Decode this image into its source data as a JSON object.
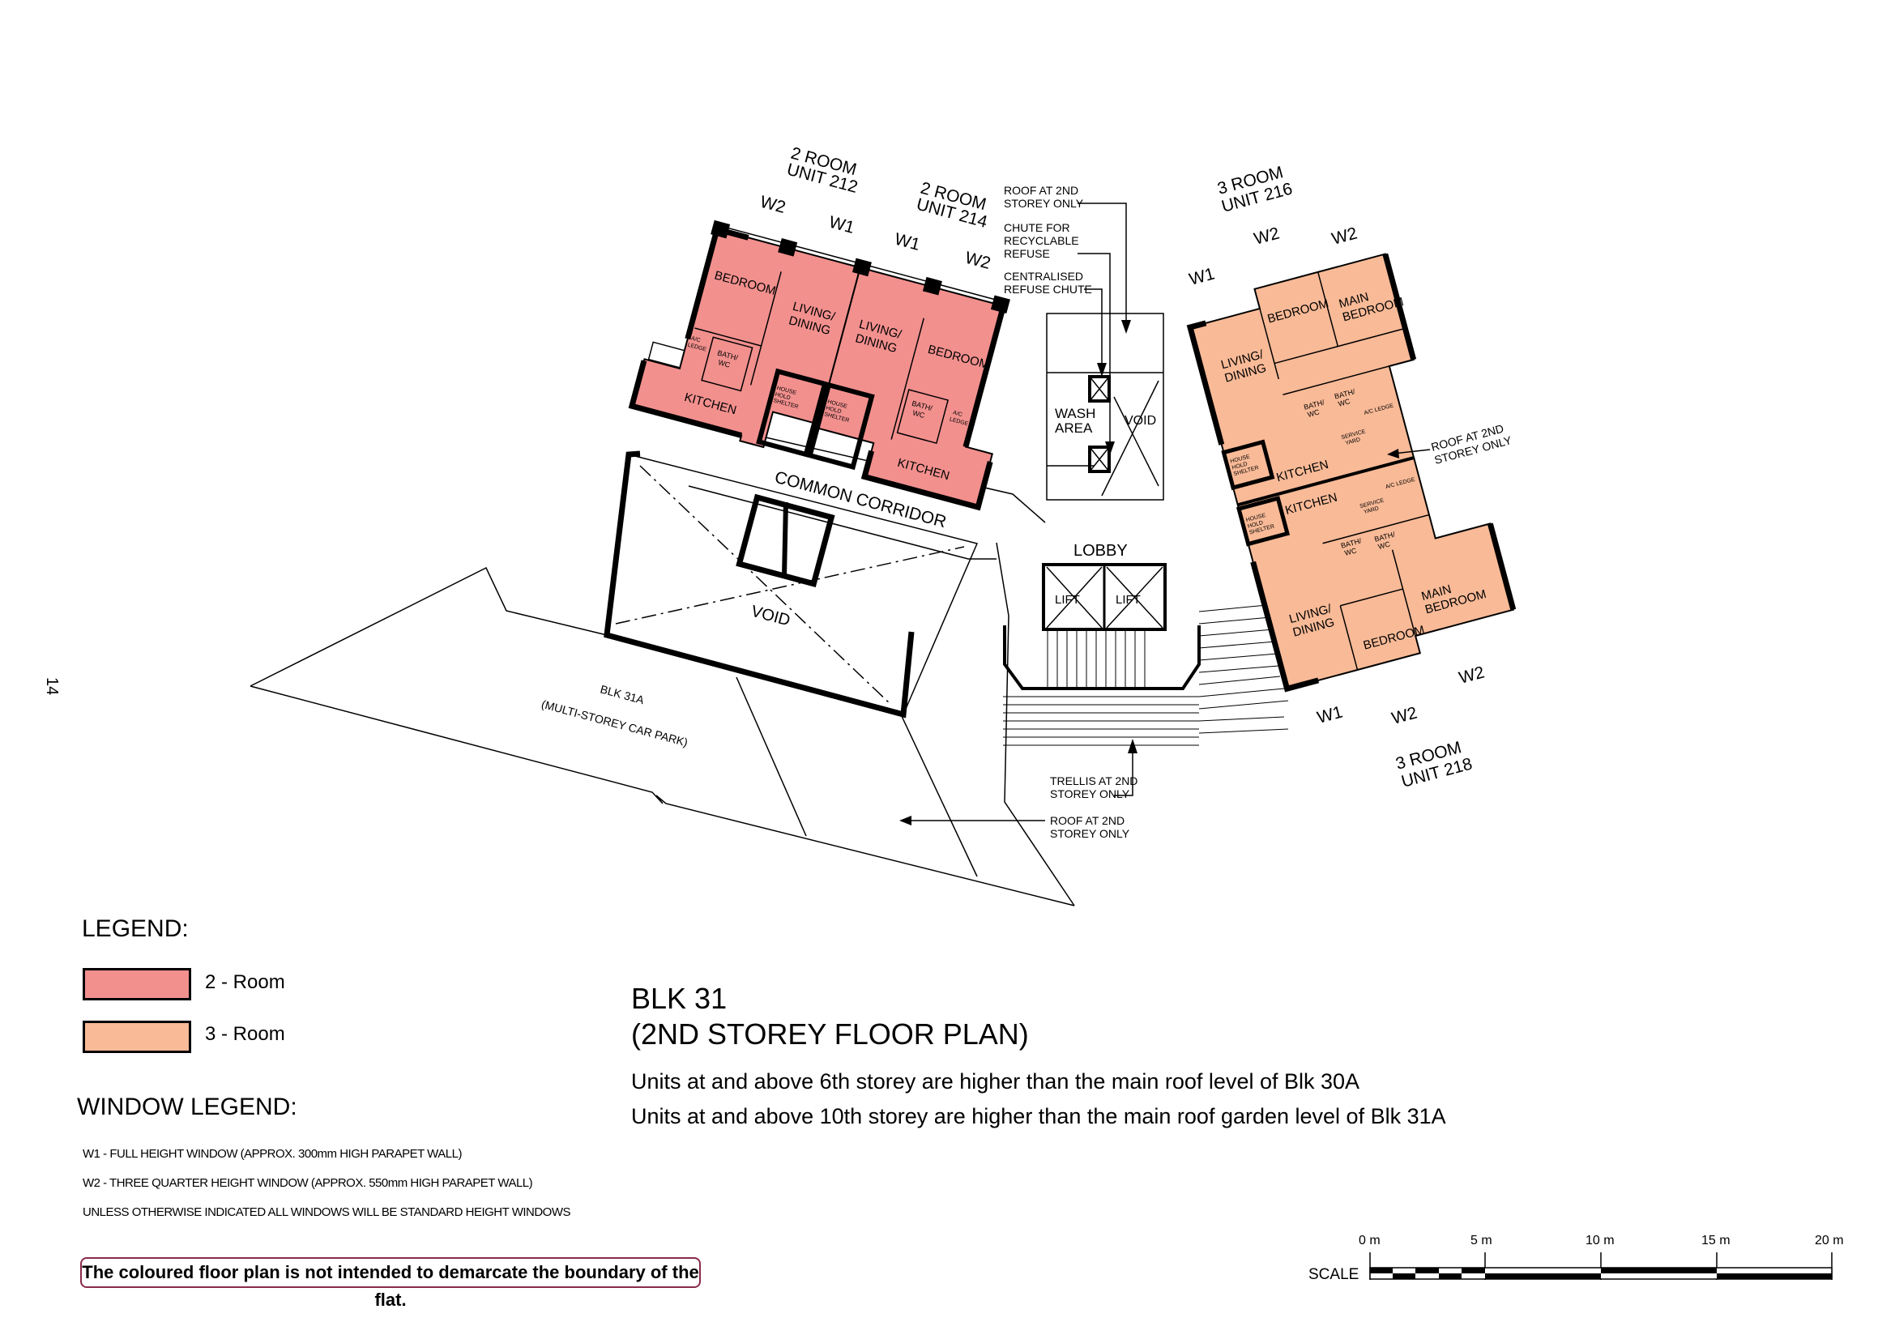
{
  "page_number": "14",
  "colors": {
    "two_room": "#F2908E",
    "three_room": "#F9BA97",
    "disclaimer_border": "#8A2A4A"
  },
  "units": {
    "u212": {
      "type": "2 ROOM",
      "unit": "UNIT 212"
    },
    "u214": {
      "type": "2 ROOM",
      "unit": "UNIT 214"
    },
    "u216": {
      "type": "3 ROOM",
      "unit": "UNIT 216"
    },
    "u218": {
      "type": "3 ROOM",
      "unit": "UNIT 218"
    }
  },
  "windows": {
    "top_left": [
      "W2",
      "W1",
      "W1",
      "W2"
    ],
    "top_right": [
      "W1",
      "W2",
      "W2"
    ],
    "bottom_right": [
      "W1",
      "W2",
      "W2"
    ]
  },
  "rooms": {
    "bedroom": "BEDROOM",
    "main": "MAIN",
    "living": "LIVING/",
    "dining": "DINING",
    "kitchen": "KITCHEN",
    "bath": "BATH/",
    "wc": "WC",
    "house": "HOUSE",
    "hold": "HOLD",
    "shelter": "SHELTER",
    "ac_ledge": "A/C LEDGE",
    "ac": "A/C",
    "ledge": "LEDGE",
    "service": "SERVICE",
    "yard": "YARD"
  },
  "annotations": {
    "roof_top": [
      "ROOF AT 2ND",
      "STOREY ONLY"
    ],
    "chute_recycle": [
      "CHUTE FOR",
      "RECYCLABLE",
      "REFUSE"
    ],
    "central_chute": [
      "CENTRALISED",
      "REFUSE CHUTE"
    ],
    "wash_area": [
      "WASH",
      "AREA"
    ],
    "void": "VOID",
    "common_corridor": "COMMON CORRIDOR",
    "roof_right": [
      "ROOF AT 2ND",
      "STOREY ONLY"
    ],
    "lobby": "LOBBY",
    "lift": "LIFT",
    "trellis": [
      "TRELLIS AT 2ND",
      "STOREY ONLY"
    ],
    "roof_bottom": [
      "ROOF AT 2ND",
      "STOREY ONLY"
    ],
    "car_park": [
      "BLK 31A",
      "(MULTI-STOREY CAR PARK)"
    ]
  },
  "legend": {
    "title": "LEGEND:",
    "items": [
      {
        "label": "2 - Room"
      },
      {
        "label": "3 - Room"
      }
    ]
  },
  "window_legend": {
    "title": "WINDOW LEGEND:",
    "lines": [
      "W1 - FULL HEIGHT WINDOW (APPROX. 300mm HIGH PARAPET WALL)",
      "W2 - THREE QUARTER HEIGHT WINDOW (APPROX. 550mm HIGH PARAPET WALL)",
      "UNLESS OTHERWISE INDICATED ALL WINDOWS WILL BE STANDARD HEIGHT WINDOWS"
    ]
  },
  "disclaimer": "The coloured floor plan is not intended to demarcate the boundary of the flat.",
  "title": {
    "block": "BLK 31",
    "subtitle": "(2ND STOREY FLOOR PLAN)"
  },
  "notes": [
    "Units at and above 6th storey are higher than the main roof level of Blk 30A",
    "Units at and above 10th storey are higher than the main roof garden level of Blk 31A"
  ],
  "scale": {
    "label": "SCALE",
    "ticks": [
      "0 m",
      "5 m",
      "10 m",
      "15 m",
      "20 m"
    ]
  }
}
